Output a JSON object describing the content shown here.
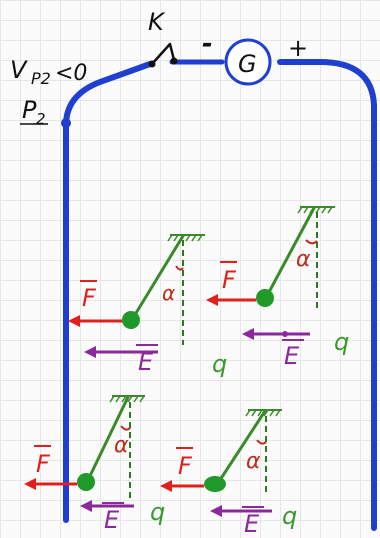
{
  "labels": {
    "switch": "K",
    "galvanometer": "G",
    "minus": "-",
    "plus": "+",
    "potential": "V",
    "potential_sub": "P2",
    "potential_cond": "<0",
    "plate": "P",
    "plate_sub": "2",
    "force": "F",
    "field": "E",
    "angle": "α",
    "charge": "q"
  },
  "colors": {
    "wire": "#1f3fd0",
    "ink": "#111111",
    "force": "#e0201c",
    "field": "#8a2a9a",
    "ball": "#1f9a2a",
    "thread": "#3a8a2a",
    "charge": "#3a9a30",
    "angle": "#b8301f"
  }
}
